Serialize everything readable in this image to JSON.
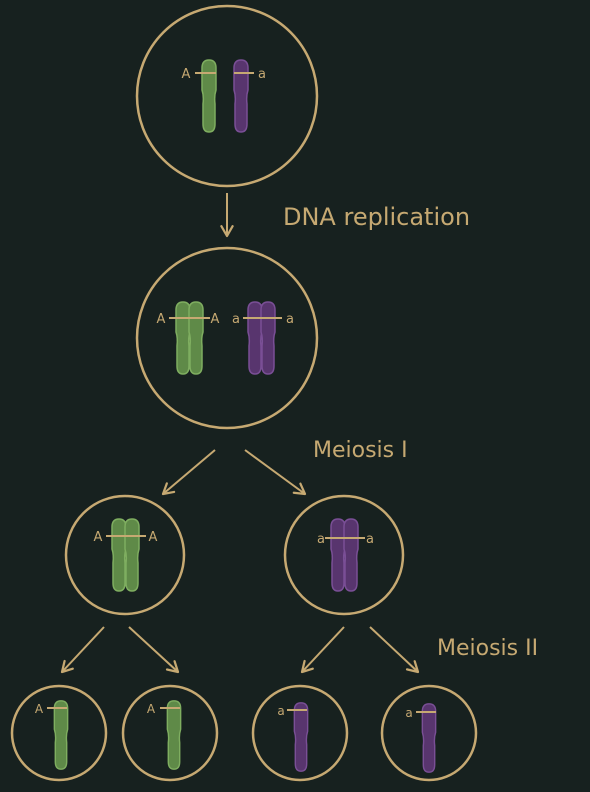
{
  "labels": {
    "dna_replication": "DNA replication",
    "meiosis_1": "Meiosis I",
    "meiosis_2": "Meiosis II"
  },
  "alleles": {
    "dominant": "A",
    "recessive": "a"
  },
  "colors": {
    "background": "#17211f",
    "outline": "#c6a972",
    "green_chromosome": "#5f8a48",
    "green_edge": "#7fae60",
    "purple_chromosome": "#58356e",
    "purple_edge": "#7a4f96"
  }
}
